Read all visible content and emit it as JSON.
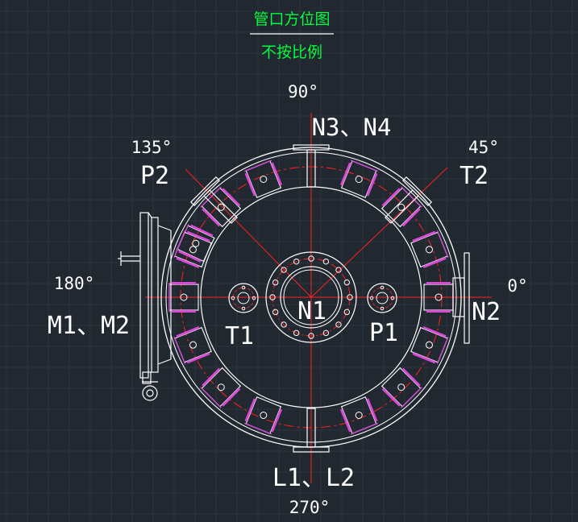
{
  "title": {
    "main": "管口方位图",
    "sub": "不按比例"
  },
  "angles": {
    "a0": "0°",
    "a45": "45°",
    "a90": "90°",
    "a135": "135°",
    "a180": "180°",
    "a270": "270°"
  },
  "nozzles": {
    "n3n4": "N3、N4",
    "p2": "P2",
    "t2": "T2",
    "m1m2": "M1、M2",
    "n1": "N1",
    "t1": "T1",
    "p1": "P1",
    "n2": "N2",
    "l1l2": "L1、L2"
  },
  "colors": {
    "background": "#212830",
    "grid": "#2c3540",
    "white": "#ffffff",
    "red": "#ff2020",
    "magenta": "#d44cd4",
    "green": "#00ff3c"
  }
}
